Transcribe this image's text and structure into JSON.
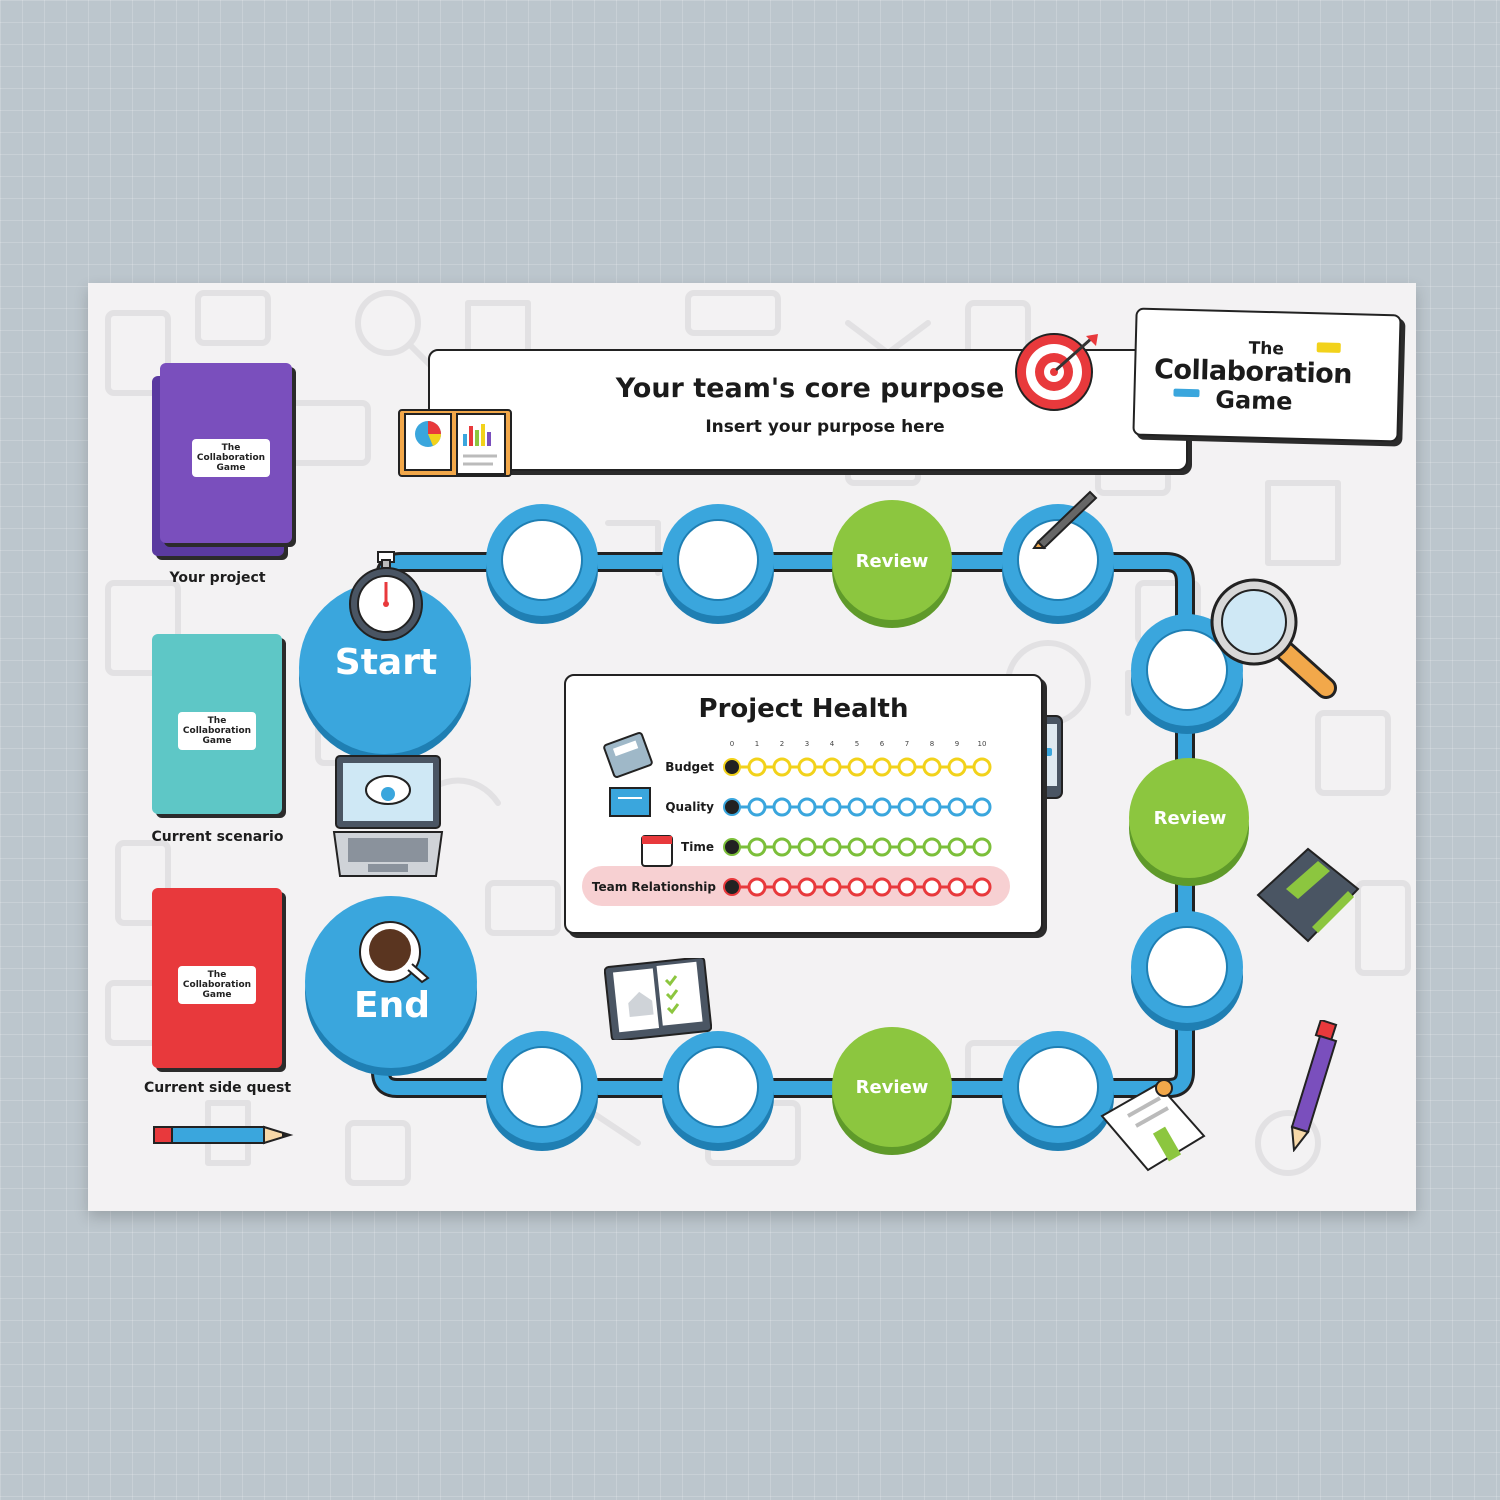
{
  "game": {
    "logo": {
      "the": "The",
      "word1": "Collaboration",
      "word2": "Game"
    },
    "purpose": {
      "title": "Your team's core purpose",
      "subtitle": "Insert your purpose here"
    },
    "cards": [
      {
        "label": "Your project",
        "color": "#7a4fbd"
      },
      {
        "label": "Current scenario",
        "color": "#5ec7c6"
      },
      {
        "label": "Current side quest",
        "color": "#e8393c"
      }
    ],
    "track": {
      "start_label": "Start",
      "end_label": "End",
      "review_label": "Review",
      "colors": {
        "path": "#3aa6dd",
        "review": "#8cc63f"
      }
    },
    "health": {
      "title": "Project Health",
      "ticks": [
        "0",
        "1",
        "2",
        "3",
        "4",
        "5",
        "6",
        "7",
        "8",
        "9",
        "10"
      ],
      "meters": [
        {
          "label": "Budget",
          "color": "#f2d21b",
          "level": 0
        },
        {
          "label": "Quality",
          "color": "#3aa6dd",
          "level": 0
        },
        {
          "label": "Time",
          "color": "#7cbf3a",
          "level": 0
        },
        {
          "label": "Team Relationship",
          "color": "#e8393c",
          "level": 0
        }
      ]
    }
  }
}
